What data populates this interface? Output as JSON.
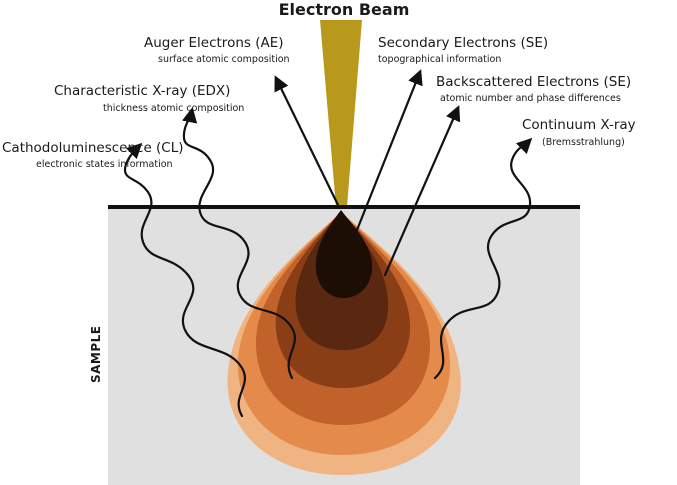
{
  "title": "Electron Beam",
  "sample_label": "SAMPLE",
  "signals": {
    "ae": {
      "name": "Auger Electrons (AE)",
      "desc": "surface atomic composition"
    },
    "se": {
      "name": "Secondary Electrons (SE)",
      "desc": "topographical information"
    },
    "bse": {
      "name": "Backscattered Electrons (SE)",
      "desc": "atomic number and phase differences"
    },
    "edx": {
      "name": "Characteristic X-ray (EDX)",
      "desc": "thickness atomic composition"
    },
    "cl": {
      "name": "Cathodoluminescence (CL)",
      "desc": "electronic states information"
    },
    "cx": {
      "name": "Continuum X-ray",
      "desc": "(Bremsstrahlung)"
    }
  },
  "colors": {
    "beam": "#b8991c",
    "sample_bg": "#e0e0e0",
    "zone_outer": "#f0b482",
    "zone_2": "#e48a4a",
    "zone_3": "#c0622a",
    "zone_4": "#8a3e16",
    "zone_5": "#5a2710",
    "zone_core": "#1c0d05"
  }
}
